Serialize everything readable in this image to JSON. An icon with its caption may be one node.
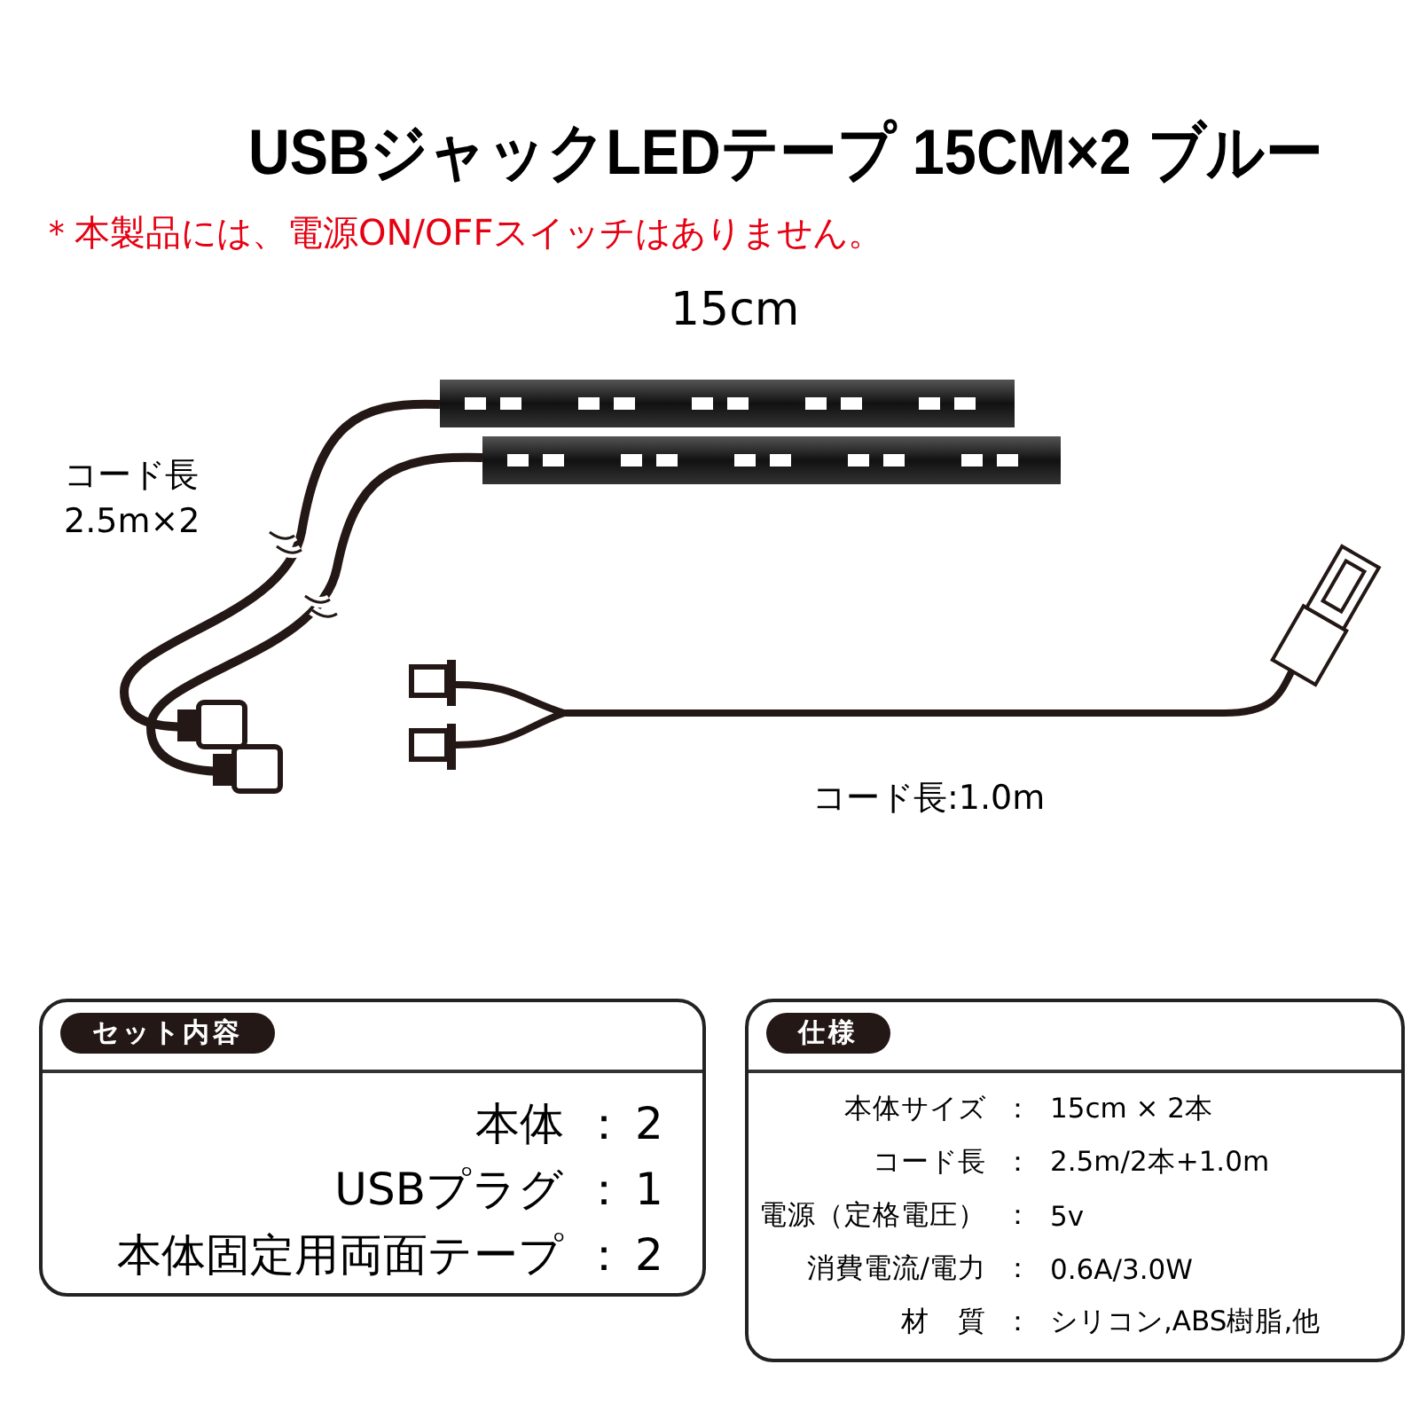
{
  "diagram": {
    "title": "USBジャックLEDテープ 15CM×2 ブルー",
    "nodes": [
      {
        "text": [
          "セット内容"
        ]
      },
      {
        "text": [
          "仕様"
        ]
      }
    ],
    "labels": [
      "＊本製品には、電源ON/OFFスイッチはありません。",
      "15cm",
      "コード長 2.5m×2",
      "コード長:1.0m",
      "本体",
      "：",
      "2",
      "USBプラグ",
      "：",
      "1",
      "本体固定用両面テープ",
      "：",
      "2",
      "本体サイズ",
      "：",
      "15cm × 2本",
      "コード長",
      "：",
      "2.5m/2本+1.0m",
      "電源（定格電圧）",
      "：",
      "5v",
      "消費電流/電力",
      "：",
      "0.6A/3.0W",
      "材　質",
      "：",
      "シリコン,ABS樹脂,他"
    ]
  }
}
